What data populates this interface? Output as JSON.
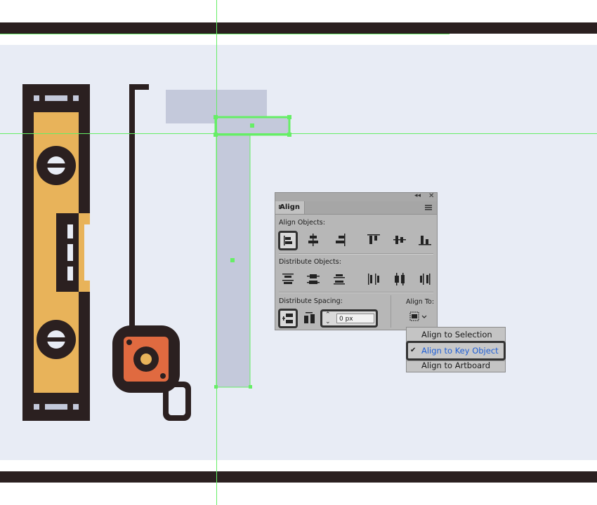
{
  "align_panel": {
    "tab_label": "Align",
    "align_objects_label": "Align Objects:",
    "distribute_objects_label": "Distribute Objects:",
    "distribute_spacing_label": "Distribute Spacing:",
    "align_to_label": "Align To:",
    "spacing_value": "0 px"
  },
  "align_to_menu": {
    "items": [
      "Align to Selection",
      "Align to Key Object",
      "Align to Artboard"
    ],
    "checked_index": 1,
    "check_mark": "✔"
  },
  "colors": {
    "outline": "#2b2020",
    "level_fill": "#e8b35a",
    "tape_orange": "#e06a40",
    "shape_fill": "#c4c9db",
    "guide_green": "#66ee66",
    "highlight_blue": "#1f5fd6"
  },
  "icons": {
    "panel_collapse": "double-chevron-icon",
    "panel_close": "close-icon",
    "panel_menu": "hamburger-menu-icon",
    "align_to": "align-to-key-object-icon"
  }
}
